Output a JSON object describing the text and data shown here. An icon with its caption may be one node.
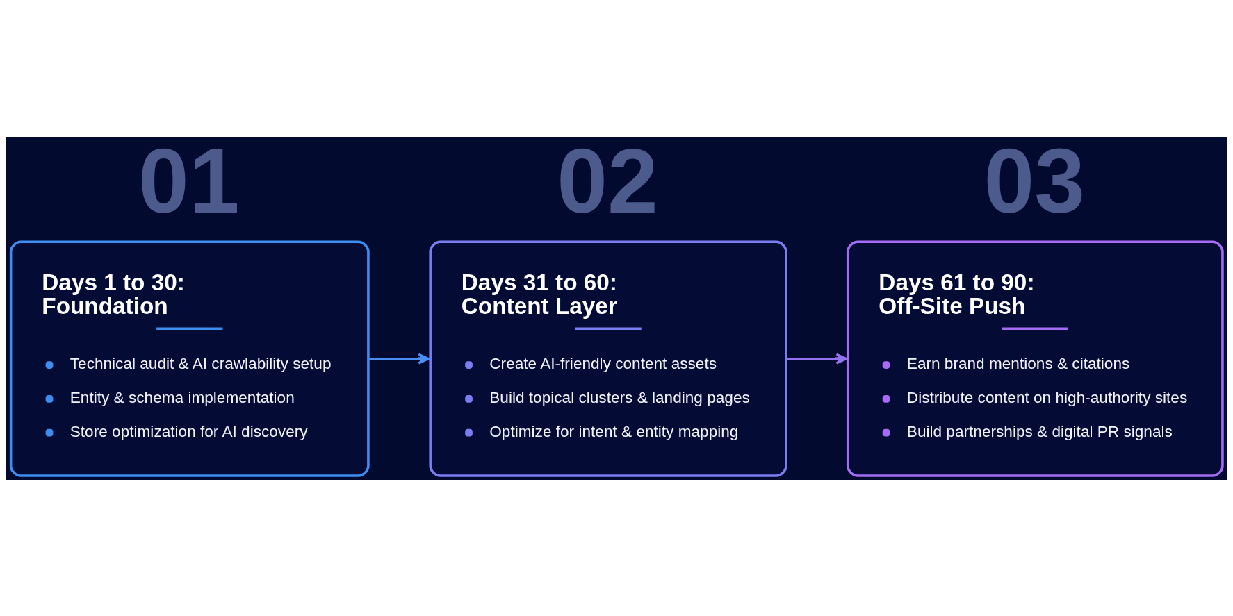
{
  "diagram": {
    "nodes": [
      {
        "text": [
          "Days 1 to 30: Foundation",
          "Technical audit & AI crawlability setup",
          "Entity & schema implementation",
          "Store optimization for AI discovery"
        ],
        "beside": [
          "01"
        ]
      },
      {
        "text": [
          "Days 31 to 60: Content Layer",
          "Create AI-friendly content assets",
          "Build topical clusters & landing pages",
          "Optimize for intent & entity mapping"
        ],
        "beside": [
          "02"
        ]
      },
      {
        "text": [
          "Days 61 to 90: Off-Site Push",
          "Earn brand mentions & citations",
          "Distribute content on high-authority sites",
          "Build partnerships & digital PR signals"
        ],
        "beside": [
          "03"
        ]
      }
    ],
    "edges": [
      {
        "from": 0,
        "to": 1,
        "arrow": "to"
      },
      {
        "from": 1,
        "to": 2,
        "arrow": "to"
      }
    ]
  }
}
